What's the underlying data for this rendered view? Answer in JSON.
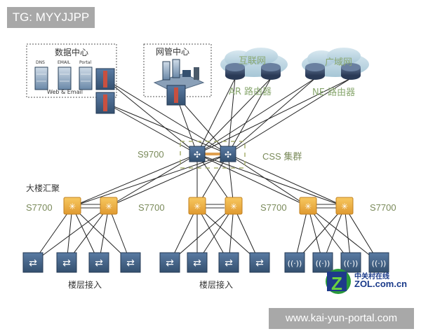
{
  "watermarks": {
    "top": "TG: MYYJJPP",
    "bottom": "www.kai-yun-portal.com"
  },
  "datacenter": {
    "title": "数据中心",
    "servers": [
      "DNS",
      "EMAIL",
      "Portal"
    ],
    "caption": "Web & Email"
  },
  "nms": {
    "title": "网管中心"
  },
  "internet": {
    "cloud_label": "互联网",
    "router_label": "AR 路由器"
  },
  "wan": {
    "cloud_label": "广域网",
    "router_label": "NE 路由器"
  },
  "core": {
    "model_label": "S9700",
    "cluster_label": "CSS 集群"
  },
  "aggregation": {
    "title": "大楼汇聚",
    "labels": [
      "S7700",
      "S7700",
      "S7700",
      "S7700"
    ]
  },
  "access": {
    "labels": [
      "楼层接入",
      "楼层接入"
    ]
  },
  "logo": {
    "cn": "中关村在线",
    "en": "ZOL.com.cn"
  },
  "colors": {
    "line": "#222222",
    "core_link": "#e0a050",
    "switch_blue": "#3e5f86",
    "agg_orange": "#f0b040",
    "label_green": "#7a8a5a",
    "cloud": "#bcd6e4"
  }
}
